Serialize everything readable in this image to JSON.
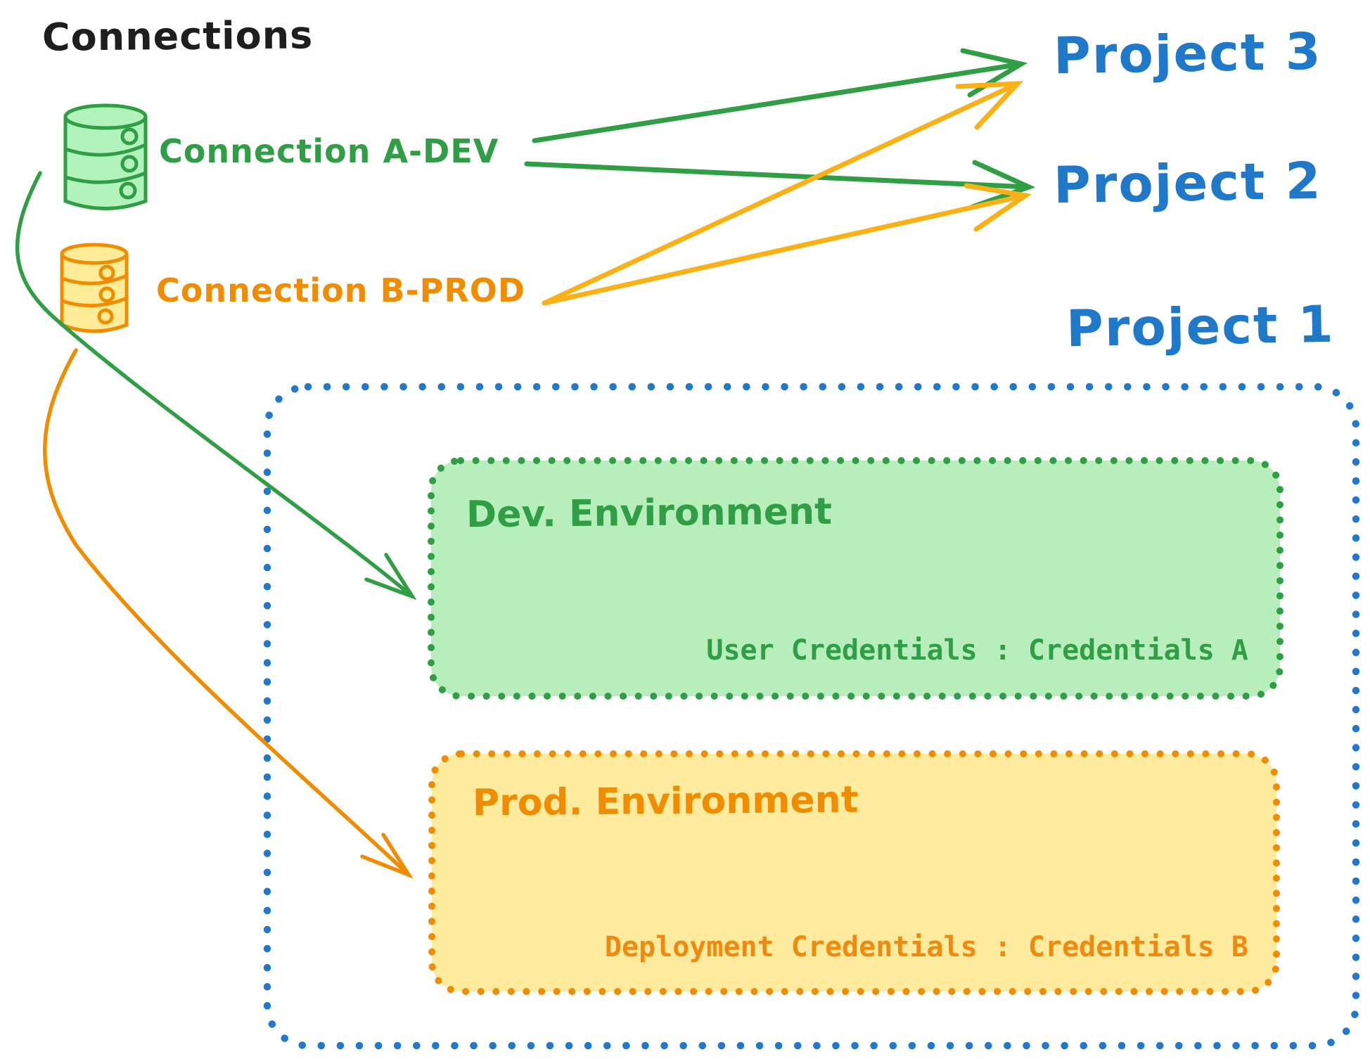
{
  "title": "Connections",
  "connections": [
    {
      "label": "Connection A-DEV",
      "color": "#2f9e44",
      "icon": "database",
      "targets": [
        "Project 3",
        "Project 2",
        "Dev. Environment"
      ]
    },
    {
      "label": "Connection B-PROD",
      "color": "#f08c00",
      "icon": "database",
      "targets": [
        "Project 3",
        "Project 2",
        "Prod. Environment"
      ]
    }
  ],
  "projects": [
    {
      "label": "Project 3"
    },
    {
      "label": "Project 2"
    },
    {
      "label": "Project 1"
    }
  ],
  "project1": {
    "environments": [
      {
        "title": "Dev. Environment",
        "credentials": "User Credentials : Credentials A",
        "accent": "#2f9e44",
        "fill": "#b7eebb"
      },
      {
        "title": "Prod. Environment",
        "credentials": "Deployment Credentials : Credentials B",
        "accent": "#f08c00",
        "fill": "#ffeb9e"
      }
    ]
  },
  "colors": {
    "green": "#2f9e44",
    "green_fill": "#b2f2bb",
    "orange": "#f08c00",
    "orange_fill": "#ffec99",
    "blue": "#2279cc",
    "ink": "#1e1e1e"
  }
}
